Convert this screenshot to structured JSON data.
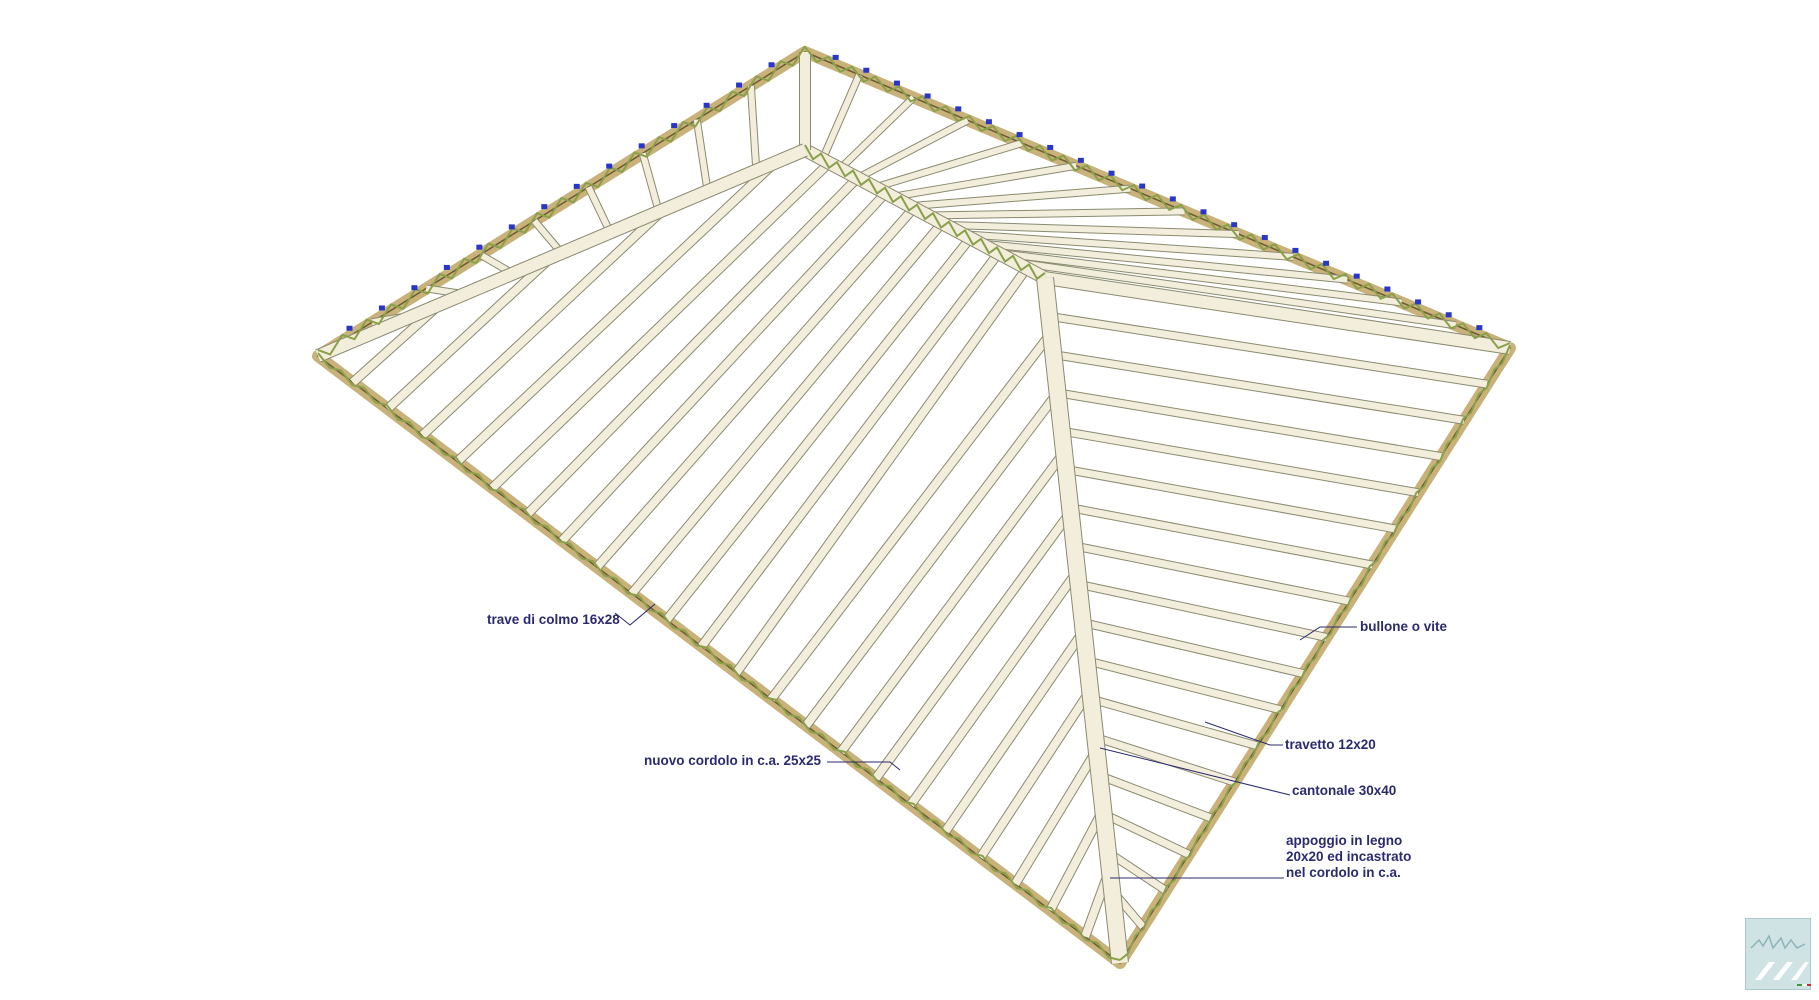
{
  "annotations": {
    "ridge_beam": "trave di colmo 16x28",
    "bolt": "bullone o vite",
    "joist": "travetto 12x20",
    "ring_beam": "nuovo cordolo in c.a. 25x25",
    "hip_rafter": "cantonale 30x40",
    "support": "appoggio in legno\n20x20 ed incastrato\nnel cordolo in c.a."
  },
  "colors": {
    "leader": "#2a2a6e",
    "timber": "#f2eedb",
    "timber_edge": "#8a8a70",
    "bracing": "#8aa04a",
    "ring_beam": "#c9b27a",
    "bolts": "#2a36c8",
    "logo": "#9fc2c6"
  }
}
